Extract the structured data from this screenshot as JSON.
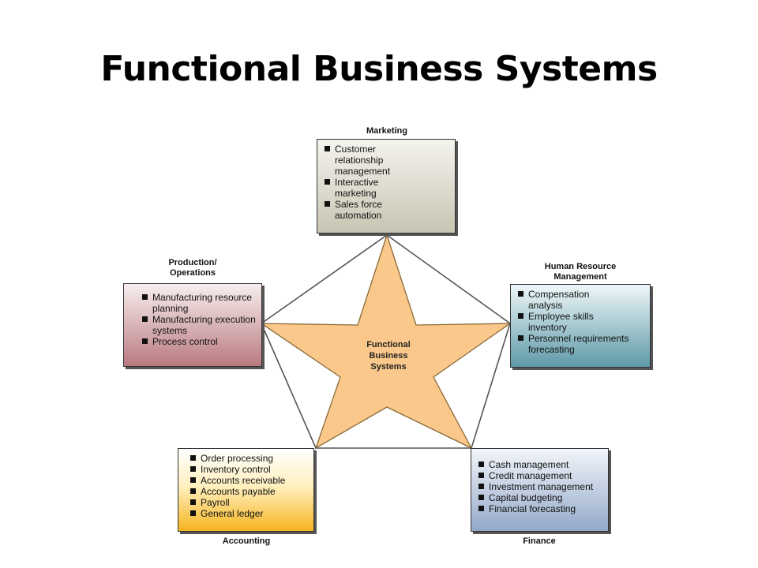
{
  "title": "Functional Business Systems",
  "center_label": [
    "Functional",
    "Business",
    "Systems"
  ],
  "colors": {
    "star_fill": "#f9c88a",
    "star_stroke": "#8a6a3a",
    "pentagon_stroke": "#555555"
  },
  "nodes": {
    "marketing": {
      "label": "Marketing",
      "items": [
        "Customer relationship management",
        "Interactive marketing",
        "Sales force automation"
      ]
    },
    "production": {
      "label_lines": [
        "Production/",
        "Operations"
      ],
      "items": [
        "Manufacturing resource planning",
        "Manufacturing execution systems",
        "Process control"
      ]
    },
    "hr": {
      "label_lines": [
        "Human Resource",
        "Management"
      ],
      "items": [
        "Compensation analysis",
        "Employee skills inventory",
        "Personnel requirements forecasting"
      ]
    },
    "accounting": {
      "label": "Accounting",
      "items": [
        "Order processing",
        "Inventory control",
        "Accounts receivable",
        "Accounts payable",
        "Payroll",
        "General ledger"
      ]
    },
    "finance": {
      "label": "Finance",
      "items": [
        "Cash management",
        "Credit management",
        "Investment management",
        "Capital budgeting",
        "Financial forecasting"
      ]
    }
  }
}
